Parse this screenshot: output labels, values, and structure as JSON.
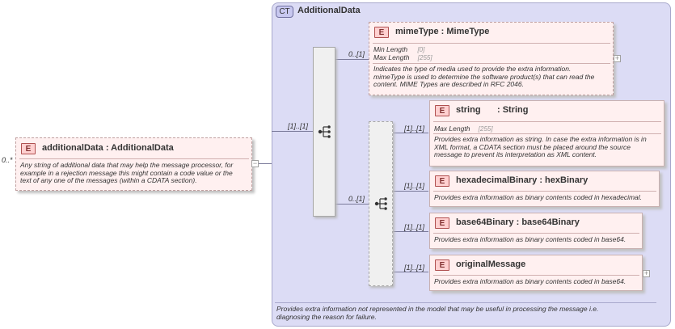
{
  "root": {
    "cardinality": "0..*",
    "badge": "E",
    "name": "additionalData : AdditionalData",
    "doc": [
      "Any string of additional data that may help the message processor, for",
      "example in a rejection message this might contain a code value or the",
      "text of any one of the messages (within a CDATA section)."
    ],
    "collapse": "−"
  },
  "complex_type": {
    "badge": "CT",
    "name": "AdditionalData",
    "doc": [
      "Provides extra information not represented in the model that may be useful in processing the message i.e.",
      "diagnosing the reason for failure."
    ]
  },
  "outer_sequence": {
    "cardinality": "[1]..[1]"
  },
  "inner_choice": {
    "cardinality": "0..[1]"
  },
  "mime_type": {
    "cardinality": "0..[1]",
    "badge": "E",
    "name": "mimeType : MimeType",
    "facets": [
      {
        "label": "Min Length",
        "value": "[0]"
      },
      {
        "label": "Max Length",
        "value": "[255]"
      }
    ],
    "doc": [
      "Indicates the type of media used to provide the extra information.",
      "mimeType is used to determine the software product(s) that can read the",
      "content. MIME Types are described in RFC 2046."
    ],
    "expand": "+"
  },
  "string": {
    "cardinality": "[1]..[1]",
    "badge": "E",
    "name": "string",
    "type": ": String",
    "facets": [
      {
        "label": "Max Length",
        "value": "[255]"
      }
    ],
    "doc": [
      "Provides extra information as string. In case the extra information is in",
      "XML format, a CDATA section must be placed around the source",
      "message to prevent its interpretation as XML content."
    ]
  },
  "hex": {
    "cardinality": "[1]..[1]",
    "badge": "E",
    "name": "hexadecimalBinary : hexBinary",
    "doc": [
      "Provides extra information as binary contents coded in hexadecimal."
    ]
  },
  "base64": {
    "cardinality": "[1]..[1]",
    "badge": "E",
    "name": "base64Binary : base64Binary",
    "doc": [
      "Provides extra information as binary contents coded in base64."
    ]
  },
  "original": {
    "cardinality": "[1]..[1]",
    "badge": "E",
    "name": "originalMessage",
    "doc": [
      "Provides extra information as binary contents coded in base64."
    ],
    "expand": "+"
  }
}
